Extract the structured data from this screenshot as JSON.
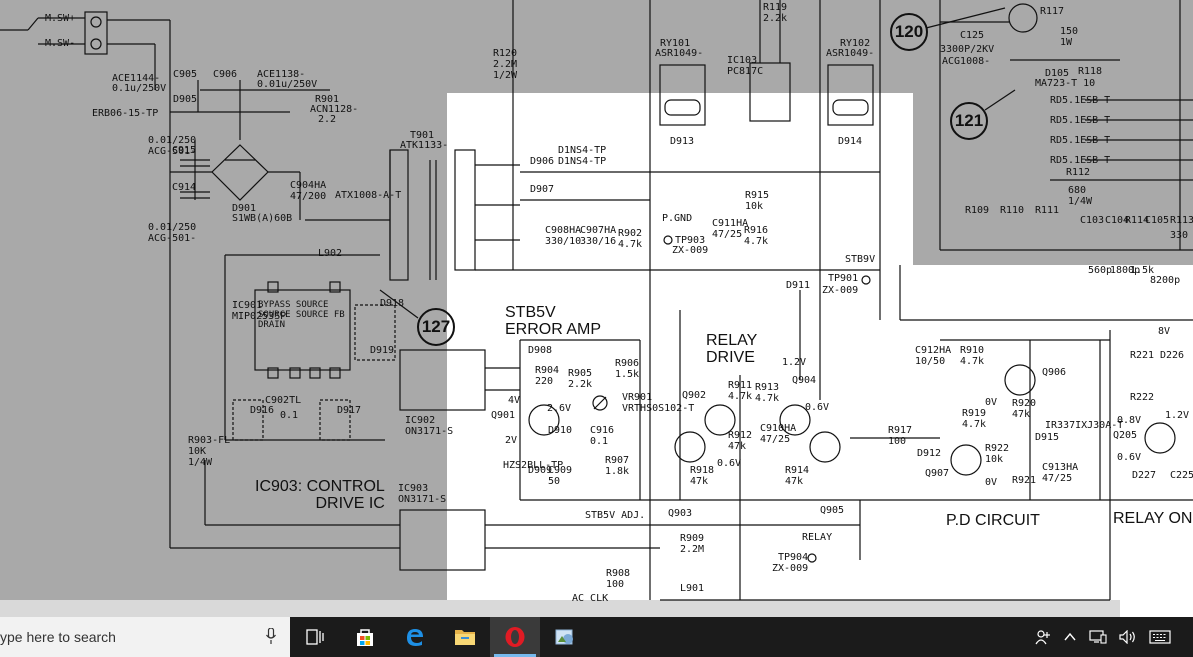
{
  "schematic": {
    "callouts": [
      "120",
      "121",
      "127"
    ],
    "section_titles": {
      "stb5v_error_amp": "STB5V\nERROR AMP",
      "relay_drive": "RELAY\nDRIVE",
      "control_drive_ic": "IC903: CONTROL\nDRIVE IC",
      "pd_circuit": "P.D CIRCUIT",
      "relay_on": "RELAY ON"
    },
    "labels": {
      "msw_plus": "M.SW+",
      "msw_minus": "M.SW-",
      "ace1144": "ACE1144-",
      "ace1144_v": "0.1u/250V",
      "c905": "C905",
      "c906": "C906",
      "ace1138": "ACE1138-",
      "ace1138_v": "0.01u/250V",
      "d905": "D905",
      "erb06": "ERB06-15-TP",
      "r901": "R901",
      "acn1128": "ACN1128-",
      "r901_v": "2.2",
      "c915": "C915",
      "c914": "C914",
      "acg501a": "0.01/250\nACG-501-",
      "acg501b": "0.01/250\nACG-501-",
      "d901": "D901",
      "s1wb": "S1WB(A)60B",
      "t901": "T901",
      "atk1133": "ATK1133-",
      "c904": "C904HA\n47/200",
      "atx1008": "ATX1008-A-T",
      "l902": "L902",
      "ic901": "IC901\nMIP0253SP",
      "ic901_pins": "BYPASS SOURCE SOURCE SOURCE FB DRAIN",
      "d918": "D918",
      "d919": "D919",
      "d916": "D916",
      "d917": "D917",
      "c902": "C902TL",
      "r0_1": "0.1",
      "ic902": "IC902\nON3171-S",
      "r903": "R903-FL\n10K\n1/4W",
      "ic903": "IC903\nON3171-S",
      "r120": "R120\n2.2M\n1/2W",
      "d906": "D906",
      "d1ns4_tp_a": "D1NS4-TP",
      "d1ns4_tp_b": "D1NS4-TP",
      "d907": "D907",
      "c908": "C908HA\n330/10",
      "c907": "C907HA\n330/16",
      "r902": "R902\n4.7k",
      "pgnd": "P.GND",
      "tp903": "TP903",
      "zx009_a": "ZX-009",
      "c911": "C911HA\n47/25",
      "r916": "R916\n4.7k",
      "r915": "R915\n10k",
      "ry101": "RY101",
      "asr1049_a": "ASR1049-",
      "ic103": "IC103\nPC817C",
      "d913": "D913",
      "ry102": "RY102",
      "asr1049_b": "ASR1049-",
      "d914": "D914",
      "r119": "R119\n2.2k",
      "c125": "C125",
      "c125_v": "3300P/2KV",
      "acg1008": "ACG1008-",
      "r117": "R117",
      "r117_v": "150\n1W",
      "d105": "D105",
      "ma723": "MA723-T 10",
      "r118": "R118",
      "rd51a": "RD5.1ESB-T",
      "rd51b": "RD5.1ESB-T",
      "rd51c": "RD5.1ESB-T",
      "rd51d": "RD5.1ESB-T",
      "r112": "R112",
      "r112_v": "680\n1/4W",
      "stb9v": "STB9V",
      "tp901": "TP901",
      "zx009_b": "ZX-009",
      "d911": "D911",
      "v4": "4V",
      "v2_6": "2.6V",
      "v2": "2V",
      "q901": "Q901",
      "d908": "D908",
      "r904": "R904\n220",
      "r905": "R905\n2.2k",
      "r906": "R906\n1.5k",
      "vr901": "VR901\nVRTHS0S102-T",
      "d910": "D910",
      "c916": "C916\n0.1",
      "c909": "C909\n50",
      "r907": "R907\n1.8k",
      "d909": "D909",
      "hzs2bll": "HZS2BLL-TP",
      "stb5v_adj": "STB5V ADJ.",
      "v1_2": "1.2V",
      "q902": "Q902",
      "r911": "R911\n4.7k",
      "r913": "R913\n4.7k",
      "q904": "Q904",
      "v0_6a": "0.6V",
      "v0_6b": "0.6V",
      "r912": "R912\n47k",
      "c910": "C910HA\n47/25",
      "r914": "R914\n47k",
      "r918": "R918\n47k",
      "q903": "Q903",
      "q905": "Q905",
      "r917": "R917\n100",
      "d912": "D912",
      "c912": "C912HA\n10/50",
      "r910": "R910\n4.7k",
      "q906": "Q906",
      "v0a": "0V",
      "r920": "R920\n47k",
      "r919": "R919\n4.7k",
      "r922": "R922\n10k",
      "q907": "Q907",
      "v0b": "0V",
      "d915": "D915",
      "ir337": "IR337IXJ30A-T",
      "c913": "C913HA\n47/25",
      "r921": "R921",
      "r909": "R909\n2.2M",
      "relay": "RELAY",
      "tp904": "TP904",
      "zx009_c": "ZX-009",
      "r908": "R908\n100",
      "l901": "L901",
      "ac_clk": "AC CLK",
      "v8": "8V",
      "r221": "R221",
      "d226": "D226",
      "r222": "R222",
      "v0_8": "0.8V",
      "q205": "Q205",
      "v1_2b": "1.2V",
      "v0_6c": "0.6V",
      "d227": "D227",
      "c225": "C225",
      "c104": "C104",
      "c104_v": "560p",
      "r114": "R114",
      "r114_v": "1.5k",
      "c105": "C105",
      "c105_v": "8200p",
      "r113": "R113",
      "r113_v": "330",
      "c103": "C103",
      "c103_v": "1800p",
      "r109": "R109",
      "r110": "R110",
      "r111": "R111"
    }
  },
  "taskbar": {
    "search_placeholder": "ype here to search",
    "icons": [
      "microphone-icon",
      "task-view-icon",
      "store-icon",
      "edge-icon",
      "file-explorer-icon",
      "opera-icon",
      "photo-viewer-icon"
    ],
    "tray_icons": [
      "people-icon",
      "chevron-up-icon",
      "network-icon",
      "volume-icon",
      "keyboard-icon"
    ],
    "accent": "#76b9ed",
    "taskbar_bg": "#1b1b1b"
  }
}
